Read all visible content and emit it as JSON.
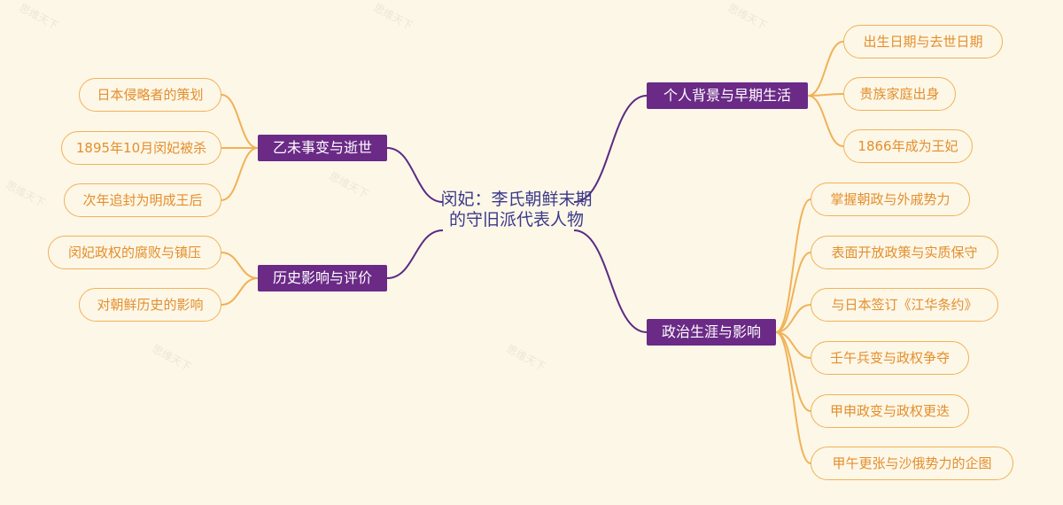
{
  "root": {
    "line1": "闵妃：李氏朝鲜末期",
    "line2": "的守旧派代表人物"
  },
  "topics": {
    "background": {
      "label": "个人背景与早期生活",
      "children": [
        "出生日期与去世日期",
        "贵族家庭出身",
        "1866年成为王妃"
      ]
    },
    "politics": {
      "label": "政治生涯与影响",
      "children": [
        "掌握朝政与外戚势力",
        "表面开放政策与实质保守",
        "与日本签订《江华条约》",
        "壬午兵变与政权争夺",
        "甲申政变与政权更迭",
        "甲午更张与沙俄势力的企图"
      ]
    },
    "incident": {
      "label": "乙未事变与逝世",
      "children": [
        "日本侵略者的策划",
        "1895年10月闵妃被杀",
        "次年追封为明成王后"
      ]
    },
    "legacy": {
      "label": "历史影响与评价",
      "children": [
        "闵妃政权的腐败与镇压",
        "对朝鲜历史的影响"
      ]
    }
  },
  "colors": {
    "background": "#fdf7e8",
    "topic_fill": "#6a2a86",
    "topic_line": "#5b2a82",
    "leaf_border": "#f0b257",
    "leaf_text": "#e38f2c",
    "root_text": "#3a3a8a"
  },
  "watermark": "思维天下"
}
